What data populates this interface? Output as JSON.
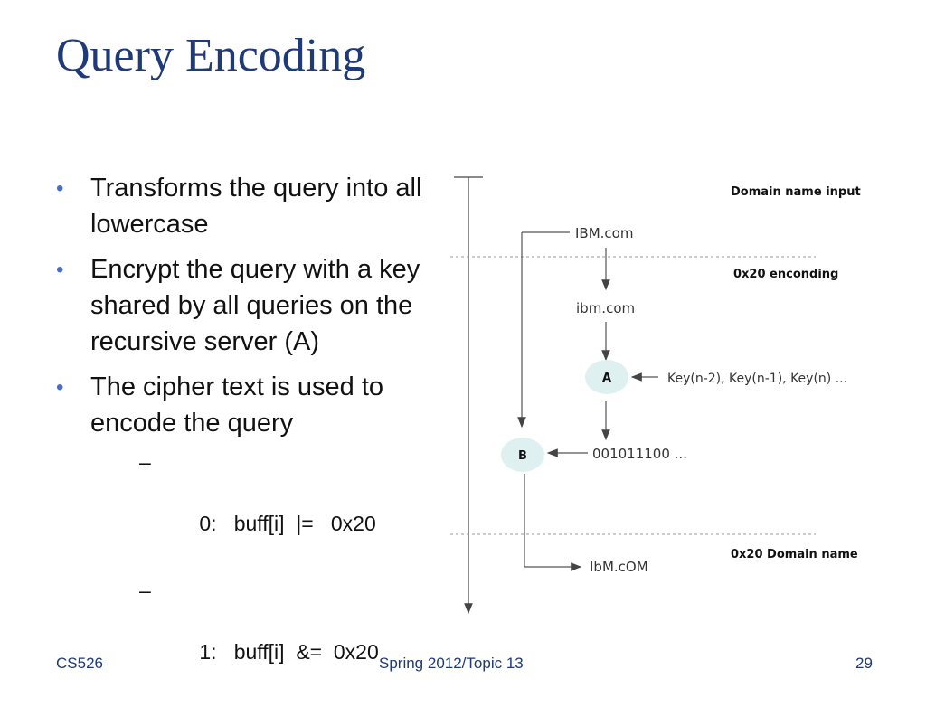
{
  "slide": {
    "title": "Query Encoding",
    "bullets": [
      {
        "text": "Transforms the query into all lowercase"
      },
      {
        "text": "Encrypt the query with a key shared by all queries on the recursive server (A)"
      },
      {
        "text": "The cipher text is used to encode the query"
      }
    ],
    "sub_bullets": [
      "0:   buff[i]  |=   0x20",
      "1:   buff[i]  &=  0x20"
    ]
  },
  "diagram": {
    "labels": {
      "domain_name_input": "Domain name input",
      "encoding": "0x20 enconding",
      "domain_name_output": "0x20 Domain name",
      "ibm_original": "IBM.com",
      "ibm_lower": "ibm.com",
      "keys": "Key(n-2), Key(n-1),  Key(n) ...",
      "bits": "001011100 ...",
      "ibm_output": "IbM.cOM",
      "node_a": "A",
      "node_b": "B"
    },
    "node_color": "#dff0f0"
  },
  "footer": {
    "left": "CS526",
    "center": "Spring 2012/Topic 13",
    "right": "29"
  }
}
